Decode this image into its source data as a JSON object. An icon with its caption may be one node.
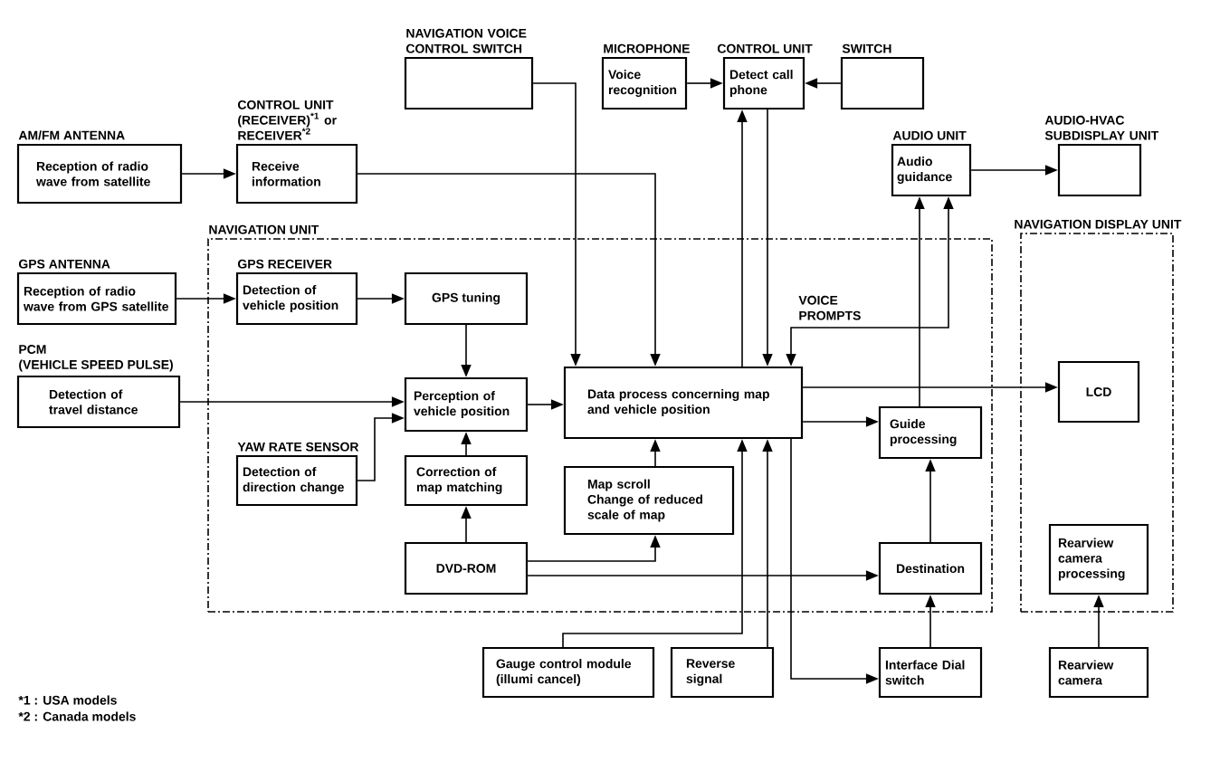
{
  "diagram": {
    "nodes": [
      {
        "text": [
          "AM/FM ANTENNA",
          "Reception of radio wave from satellite"
        ]
      },
      {
        "text": [
          "CONTROL UNIT (RECEIVER)$^{*1}$ or RECEIVER$^{*2}$",
          "Receive information"
        ]
      },
      {
        "text": [
          "NAVIGATION VOICE CONTROL SWITCH"
        ]
      },
      {
        "text": [
          "MICROPHONE",
          "Voice recognition"
        ]
      },
      {
        "text": [
          "CONTROL UNIT",
          "Detect call phone"
        ]
      },
      {
        "text": [
          "SWITCH"
        ]
      },
      {
        "text": [
          "AUDIO UNIT",
          "Audio guidance"
        ]
      },
      {
        "text": [
          "AUDIO-HVAC SUBDISPLAY UNIT"
        ]
      },
      {
        "text": [
          "NAVIGATION UNIT"
        ]
      },
      {
        "text": [
          "NAVIGATION DISPLAY UNIT"
        ]
      },
      {
        "text": [
          "GPS ANTENNA",
          "Reception of radio wave from GPS satellite"
        ]
      },
      {
        "text": [
          "GPS RECEIVER",
          "Detection of vehicle position"
        ],
        "in": 8
      },
      {
        "text": [
          "GPS tuning"
        ],
        "in": 8
      },
      {
        "text": [
          "PCM",
          "(VEHICLE SPEED PULSE)",
          "Detection of travel distance"
        ]
      },
      {
        "text": [
          "Perception of vehicle position"
        ],
        "in": 8
      },
      {
        "text": [
          "Data process concerning map and vehicle position"
        ],
        "in": 8
      },
      {
        "text": [
          "LCD"
        ],
        "in": 9
      },
      {
        "text": [
          "Guide processing"
        ],
        "in": 8
      },
      {
        "text": [
          "YAW RATE SENSOR",
          "Detection of direction change"
        ],
        "in": 8
      },
      {
        "text": [
          "Correction of map matching"
        ],
        "in": 8
      },
      {
        "text": [
          "Map scroll",
          "Change of reduced scale of map"
        ],
        "in": 8
      },
      {
        "text": [
          "Rearview camera processing"
        ],
        "in": 9
      },
      {
        "text": [
          "DVD-ROM"
        ],
        "in": 8
      },
      {
        "text": [
          "Destination"
        ],
        "in": 8
      },
      {
        "text": [
          "Gauge control module (illumi cancel)"
        ]
      },
      {
        "text": [
          "Reverse signal"
        ]
      },
      {
        "text": [
          "Interface Dial switch"
        ]
      },
      {
        "text": [
          "Rearview camera"
        ]
      }
    ],
    "edges": [
      {
        "from": 0,
        "to": 1,
        "arrow": "to"
      },
      {
        "from": 1,
        "to": 15,
        "arrow": "to"
      },
      {
        "from": 2,
        "to": 15,
        "arrow": "to"
      },
      {
        "from": 3,
        "to": 4,
        "arrow": "to"
      },
      {
        "from": 5,
        "to": 4,
        "arrow": "to"
      },
      {
        "from": 15,
        "to": 4,
        "arrow": "to"
      },
      {
        "from": 4,
        "to": 15,
        "arrow": "to"
      },
      {
        "from": 15,
        "to": 6,
        "arrow": "both",
        "label": "VOICE PROMPTS"
      },
      {
        "from": 6,
        "to": 7,
        "arrow": "to"
      },
      {
        "from": 17,
        "to": 6,
        "arrow": "to"
      },
      {
        "from": 10,
        "to": 11,
        "arrow": "to"
      },
      {
        "from": 11,
        "to": 12,
        "arrow": "to"
      },
      {
        "from": 12,
        "to": 14,
        "arrow": "to"
      },
      {
        "from": 13,
        "to": 14,
        "arrow": "to"
      },
      {
        "from": 18,
        "to": 14,
        "arrow": "to"
      },
      {
        "from": 19,
        "to": 14,
        "arrow": "to"
      },
      {
        "from": 14,
        "to": 15,
        "arrow": "to"
      },
      {
        "from": 22,
        "to": 19,
        "arrow": "to"
      },
      {
        "from": 22,
        "to": 20,
        "arrow": "to"
      },
      {
        "from": 22,
        "to": 23,
        "arrow": "to"
      },
      {
        "from": 20,
        "to": 15,
        "arrow": "to"
      },
      {
        "from": 15,
        "to": 16,
        "arrow": "to"
      },
      {
        "from": 15,
        "to": 17,
        "arrow": "to"
      },
      {
        "from": 23,
        "to": 17,
        "arrow": "to"
      },
      {
        "from": 24,
        "to": 15,
        "arrow": "to"
      },
      {
        "from": 25,
        "to": 15,
        "arrow": "to"
      },
      {
        "from": 15,
        "to": 26,
        "arrow": "to"
      },
      {
        "from": 26,
        "to": 23,
        "arrow": "to"
      },
      {
        "from": 27,
        "to": 21,
        "arrow": "to"
      }
    ],
    "labels": [
      "*1 : USA models",
      "*2 : Canada models"
    ]
  }
}
